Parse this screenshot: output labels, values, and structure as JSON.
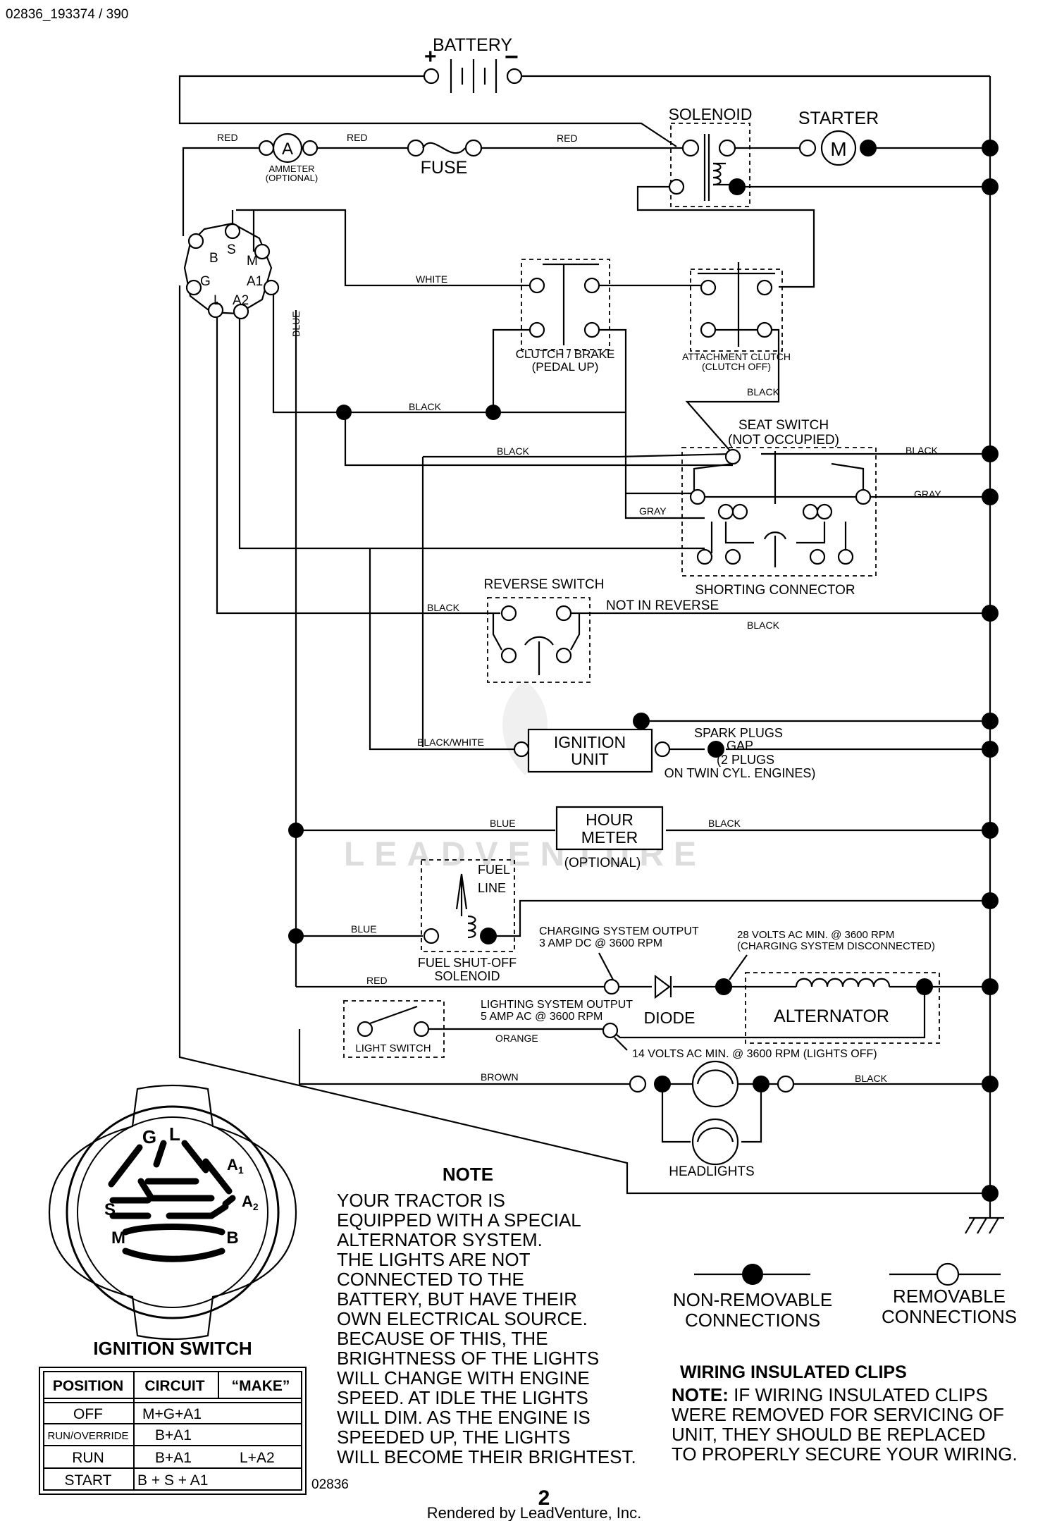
{
  "header": {
    "doc_id": "02836_193374 / 390"
  },
  "components": {
    "battery": "BATTERY",
    "solenoid": "SOLENOID",
    "starter": "STARTER",
    "starter_symbol": "M",
    "ammeter_symbol": "A",
    "ammeter": "AMMETER",
    "ammeter_note": "(OPTIONAL)",
    "fuse": "FUSE",
    "clutch_brake": "CLUTCH / BRAKE",
    "clutch_brake_note": "(PEDAL UP)",
    "attachment_clutch": "ATTACHMENT CLUTCH",
    "attachment_clutch_note": "(CLUTCH OFF)",
    "seat_switch": "SEAT SWITCH",
    "seat_switch_note": "(NOT OCCUPIED)",
    "shorting_connector": "SHORTING CONNECTOR",
    "reverse_switch": "REVERSE SWITCH",
    "not_in_reverse": "NOT IN REVERSE",
    "ignition_unit_1": "IGNITION",
    "ignition_unit_2": "UNIT",
    "spark_1": "SPARK PLUGS",
    "spark_2": "GAP",
    "spark_3": "(2 PLUGS",
    "spark_4": "ON TWIN CYL. ENGINES)",
    "hour_meter_1": "HOUR",
    "hour_meter_2": "METER",
    "hour_meter_note": "(OPTIONAL)",
    "fuel_line_1": "FUEL",
    "fuel_line_2": "LINE",
    "fuel_solenoid_1": "FUEL SHUT-OFF",
    "fuel_solenoid_2": "SOLENOID",
    "charging_1": "CHARGING SYSTEM OUTPUT",
    "charging_2": "3 AMP DC @ 3600 RPM",
    "ac_1": "28 VOLTS AC MIN. @ 3600 RPM",
    "ac_2": "(CHARGING SYSTEM DISCONNECTED)",
    "lighting_1": "LIGHTING SYSTEM OUTPUT",
    "lighting_2": "5 AMP AC @ 3600 RPM",
    "diode": "DIODE",
    "alternator": "ALTERNATOR",
    "light_switch": "LIGHT SWITCH",
    "lights_volts": "14 VOLTS AC MIN. @ 3600 RPM (LIGHTS OFF)",
    "headlights": "HEADLIGHTS"
  },
  "switch_terminals": {
    "b": "B",
    "s": "S",
    "m": "M",
    "g": "G",
    "a1": "A1",
    "l": "L",
    "a2": "A2"
  },
  "wires": {
    "red": "RED",
    "white": "WHITE",
    "blue": "BLUE",
    "black": "BLACK",
    "gray": "GRAY",
    "black_white": "BLACK/WHITE",
    "orange": "ORANGE",
    "brown": "BROWN"
  },
  "ignition_switch": {
    "title": "IGNITION SWITCH",
    "terms": {
      "g": "G",
      "l": "L",
      "a1": "A",
      "a1_sub": "1",
      "s": "S",
      "a2": "A",
      "a2_sub": "2",
      "m": "M",
      "b": "B"
    },
    "headers": [
      "POSITION",
      "CIRCUIT",
      "“MAKE”"
    ],
    "rows": [
      {
        "position": "OFF",
        "circuit": "M+G+A1",
        "extra": ""
      },
      {
        "position": "RUN/OVERRIDE",
        "circuit": "B+A1",
        "extra": ""
      },
      {
        "position": "RUN",
        "circuit": "B+A1",
        "extra": "L+A2"
      },
      {
        "position": "START",
        "circuit": "B + S + A1",
        "extra": ""
      }
    ]
  },
  "note": {
    "title": "NOTE",
    "lines": [
      "YOUR TRACTOR IS",
      "EQUIPPED WITH A SPECIAL",
      "ALTERNATOR SYSTEM.",
      "THE LIGHTS ARE NOT",
      "CONNECTED TO THE",
      "BATTERY, BUT HAVE THEIR",
      "OWN ELECTRICAL SOURCE.",
      "BECAUSE OF THIS, THE",
      "BRIGHTNESS OF THE LIGHTS",
      "WILL CHANGE WITH ENGINE",
      "SPEED.  AT IDLE THE LIGHTS",
      "WILL DIM.  AS THE ENGINE IS",
      "SPEEDED UP, THE LIGHTS",
      "WILL BECOME THEIR BRIGHTEST."
    ]
  },
  "legend": {
    "nonremovable_1": "NON-REMOVABLE",
    "nonremovable_2": "CONNECTIONS",
    "removable_1": "REMOVABLE",
    "removable_2": "CONNECTIONS"
  },
  "clips": {
    "title": "WIRING INSULATED CLIPS",
    "note_label": "NOTE:",
    "line1": " IF WIRING INSULATED CLIPS",
    "line2": "WERE REMOVED FOR SERVICING OF",
    "line3": " UNIT, THEY SHOULD BE REPLACED",
    "line4": "TO PROPERLY SECURE YOUR WIRING."
  },
  "footer": {
    "code": "02836",
    "page": "2",
    "rendered_by": "Rendered by LeadVenture, Inc.",
    "watermark": "LEADVENTURE"
  }
}
